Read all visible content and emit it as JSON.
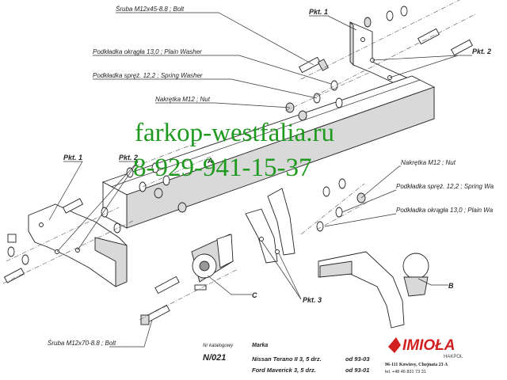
{
  "watermark": {
    "site": "farkop-westfalia.ru",
    "phone": "8-929-941-15-37"
  },
  "callouts": {
    "bolt_top": "Śruba M12x45-8.8 ;  Bolt",
    "plain_washer_top": "Podkładka okrągła 13,0 ;  Plain Washer",
    "spring_washer_top": "Podkładka spręż. 12,2 ; Spring Washer",
    "nut_top": "Nakrętka  M12 ; Nut",
    "nut_right": "Nakrętka  M12 ; Nut",
    "spring_washer_right": "Podkładka spręż. 12,2 ; Spring Wa",
    "plain_washer_right": "Podkładka okrągła 13,0 ;  Plain Wa",
    "bolt_bottom": "Śruba M12x70-8.8 ;  Bolt"
  },
  "points": {
    "pkt1_top": "Pkt. 1",
    "pkt2_top": "Pkt. 2",
    "pkt1_left": "Pkt. 1",
    "pkt2_left": "Pkt. 2",
    "pkt3": "Pkt. 3",
    "letter_a": "A",
    "letter_b": "B",
    "letter_c": "C"
  },
  "catalog": {
    "nr_label": "Nr katalogowy",
    "marka_label": "Marka",
    "number": "N/021",
    "rows": [
      {
        "model": "Nissan Terano II 3, 5 drz.",
        "year": "od 93-03"
      },
      {
        "model": "Ford Maverick 3, 5 drz.",
        "year": "od 93-01"
      }
    ]
  },
  "brand": {
    "name": "IMIOŁA",
    "sub": "HAKPOL",
    "address": "96-111 Kowiesy, Chojnata 23 A",
    "phone": "tel. +48 46 831 73 31",
    "accent": "#d21f1f"
  },
  "colors": {
    "watermark": "#1e9a1e",
    "line": "#222222"
  }
}
